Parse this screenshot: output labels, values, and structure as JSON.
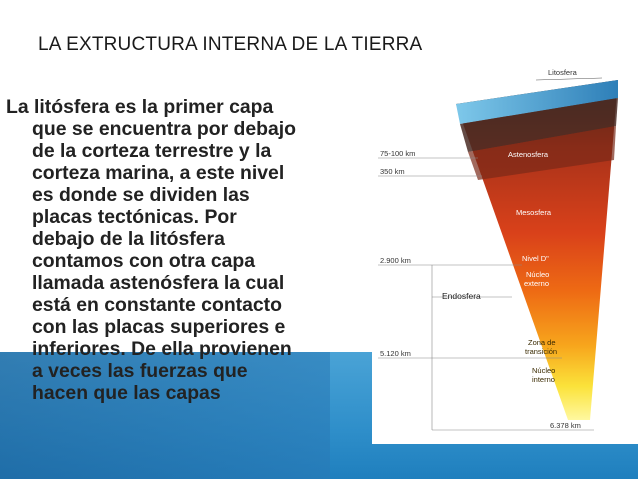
{
  "slide": {
    "title": "LA EXTRUCTURA INTERNA DE LA TIERRA",
    "body_lines": [
      "La litósfera es la primer capa",
      "que se encuentra por debajo",
      "de la corteza terrestre y la",
      "corteza marina, a este nivel",
      "es donde se dividen las",
      "placas tectónicas. Por",
      "debajo de la litósfera",
      "contamos con otra capa",
      "llamada astenósfera la cual",
      "está en constante contacto",
      "con las placas superiores e",
      "inferiores. De ella provienen",
      "a veces las fuerzas que",
      "hacen que las capas"
    ]
  },
  "diagram": {
    "labels": {
      "litosfera": "Litosfera",
      "astenosfera": "Astenosfera",
      "mesosfera": "Mesosfera",
      "nivel_d": "Nivel D\"",
      "nucleo_externo_1": "Núcleo",
      "nucleo_externo_2": "externo",
      "zona_1": "Zona de",
      "zona_2": "transición",
      "nucleo_interno_1": "Núcleo",
      "nucleo_interno_2": "interno",
      "endosfera": "Endosfera"
    },
    "depths": {
      "d1": "75-100 km",
      "d2": "350 km",
      "d3": "2.900 km",
      "d4": "5.120 km",
      "d5": "6.378 km"
    }
  },
  "colors": {
    "band": "#2f8fca",
    "text": "#222222"
  }
}
